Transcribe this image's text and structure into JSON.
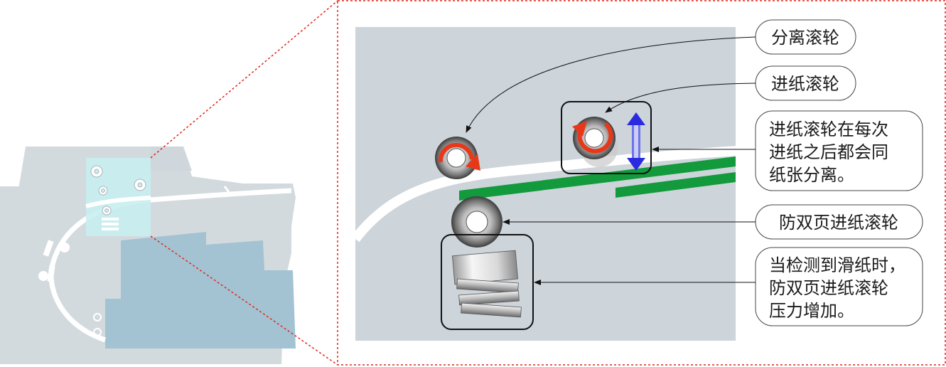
{
  "callouts": {
    "separation_roller": "分离滚轮",
    "feed_roller": "进纸滚轮",
    "feed_note": [
      "进纸滚轮在每次",
      "进纸之后都会同",
      "纸张分离。"
    ],
    "double_feed_roller": "防双页进纸滚轮",
    "double_feed_note": [
      "当检测到滑纸时，",
      "防双页进纸滚轮",
      "压力增加。"
    ]
  },
  "colors": {
    "panel_gray": "#cdd4da",
    "printer_body": "#d3dade",
    "paper_tray": "#a3c3d3",
    "paper_sheet": "#129a3c",
    "rotation_arrow": "#e8381a",
    "press_arrow": "#2a2ae0",
    "zoom_frame": "#e0261a",
    "highlight_box": "#c8eef0"
  },
  "icons": {
    "rotation": "curved-rotation-arrow",
    "press": "double-headed-vertical-arrow",
    "spring": "compression-spring"
  }
}
